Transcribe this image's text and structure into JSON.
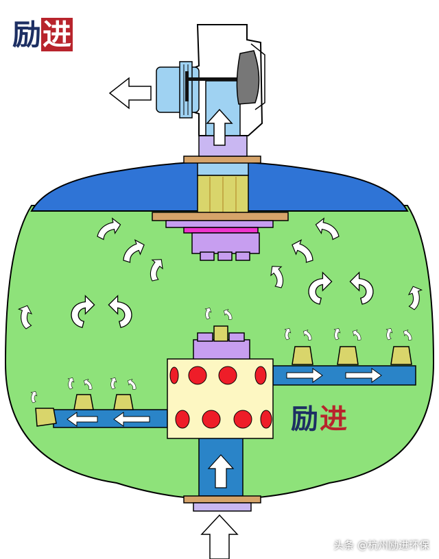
{
  "logos": [
    {
      "char1": "励",
      "char2": "进"
    },
    {
      "char1": "励",
      "char2": "进"
    }
  ],
  "watermark": "头条 @杭州励进环保",
  "colors": {
    "tank_green": "#8ee27a",
    "top_blue": "#2f74d6",
    "pipe_blue": "#2a84c8",
    "light_blue": "#9fd2f2",
    "lavender": "#c9b7f2",
    "purple": "#c79ef0",
    "magenta": "#ee33cc",
    "cream": "#fdf7c2",
    "red": "#ee1d28",
    "nozzle_yellow": "#d9d56b",
    "tan": "#d6a46a",
    "valve_gray": "#777777",
    "logo_navy": "#1d2f63",
    "logo_red": "#b8242c",
    "outline": "#000000"
  },
  "icons": {
    "outlet_arrow": "arrow-left-icon",
    "inlet_arrow": "arrow-up-icon",
    "flow_arrow": "curved-arrow-icon",
    "swirl_arrow": "swirl-arrow-icon"
  }
}
